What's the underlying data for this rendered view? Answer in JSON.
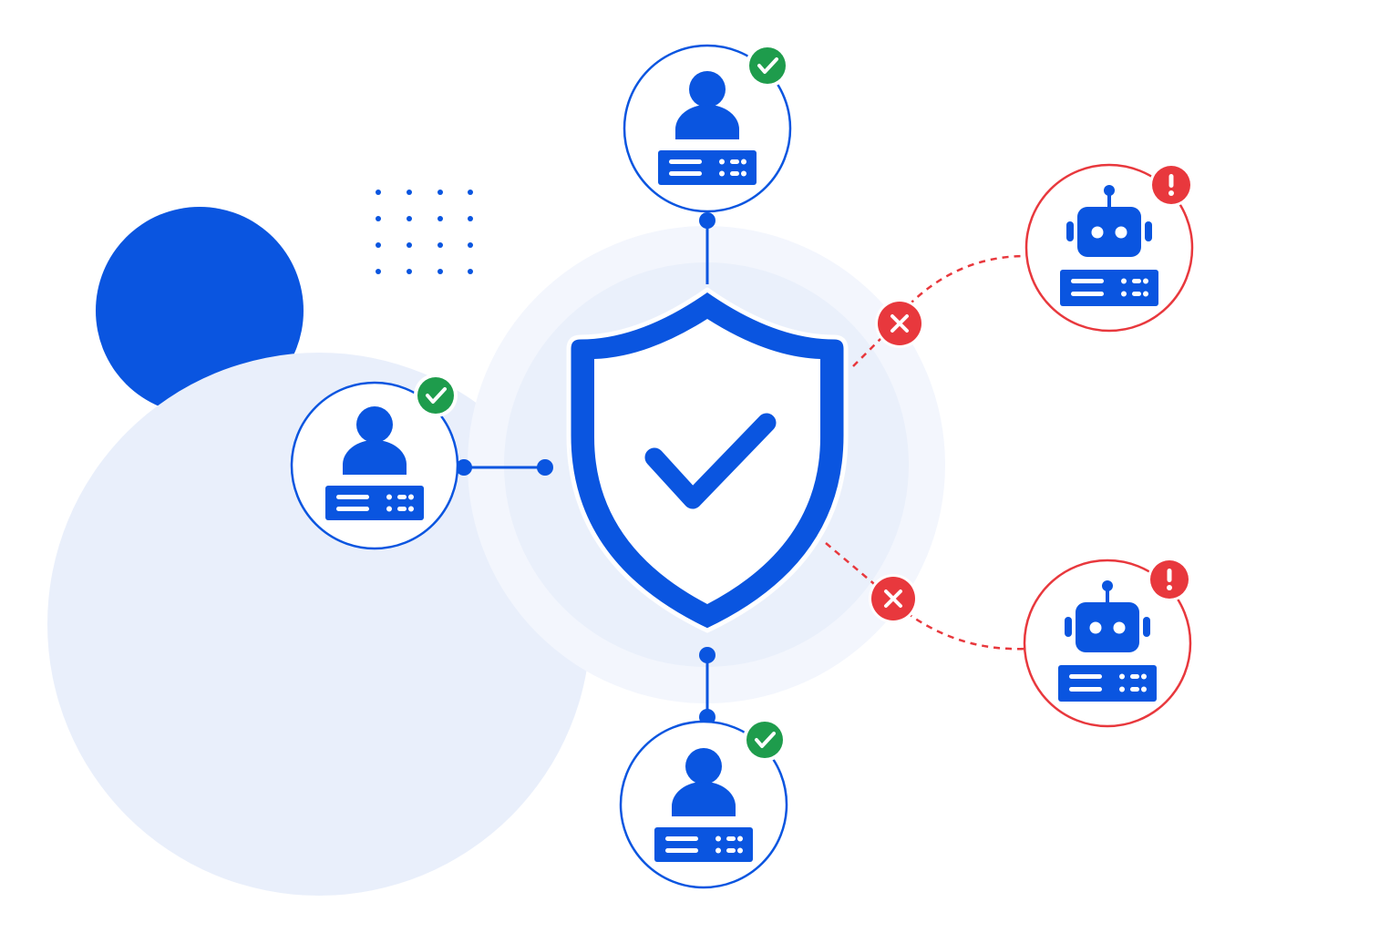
{
  "colors": {
    "background": "#ffffff",
    "brand_blue": "#0a55e0",
    "soft_blue": "#e9effb",
    "halo_blue": "#f1f5fd",
    "success_green": "#1e9c4c",
    "alert_red": "#e8383d",
    "node_fill": "#ffffff"
  },
  "diagram": {
    "center": {
      "icon": "shield-check-icon",
      "status": "verified"
    },
    "trusted_nodes": [
      {
        "id": "top",
        "icon": "user-server-icon",
        "badge": "check-icon",
        "status": "allowed"
      },
      {
        "id": "left",
        "icon": "user-server-icon",
        "badge": "check-icon",
        "status": "allowed"
      },
      {
        "id": "bottom",
        "icon": "user-server-icon",
        "badge": "check-icon",
        "status": "allowed"
      }
    ],
    "blocked_nodes": [
      {
        "id": "right-top",
        "icon": "robot-server-icon",
        "badge": "exclamation-icon",
        "status": "blocked",
        "link_marker": "x-icon"
      },
      {
        "id": "right-bottom",
        "icon": "robot-server-icon",
        "badge": "exclamation-icon",
        "status": "blocked",
        "link_marker": "x-icon"
      }
    ],
    "decorations": [
      "large-blue-circle",
      "large-pale-circle",
      "dot-grid"
    ]
  }
}
